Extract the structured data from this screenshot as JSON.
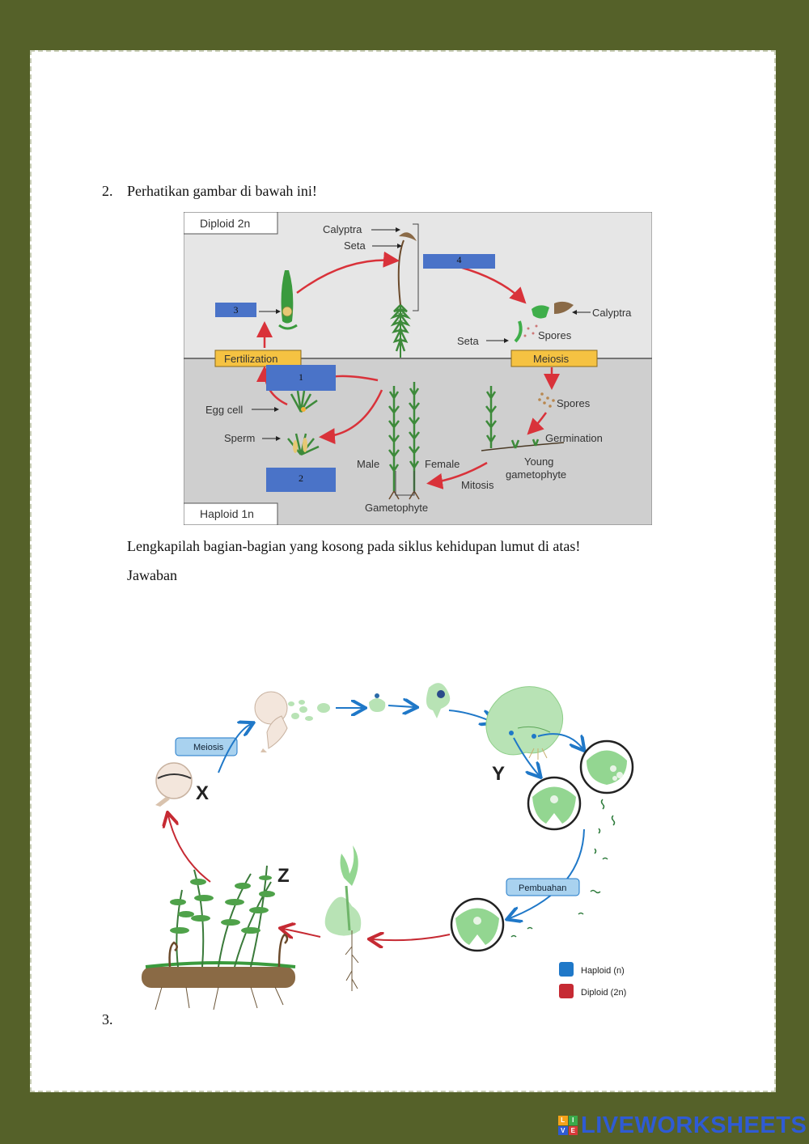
{
  "question2": {
    "number": "2.",
    "prompt": "Perhatikan gambar di bawah ini!",
    "instruction": "Lengkapilah bagian-bagian yang kosong pada siklus kehidupan lumut di atas!",
    "answer_label": "Jawaban"
  },
  "moss_diagram": {
    "diploid_label": "Diploid 2n",
    "haploid_label": "Haploid 1n",
    "calyptra_top": "Calyptra",
    "seta_top": "Seta",
    "calyptra_right": "Calyptra",
    "spores_top": "Spores",
    "seta_right": "Seta",
    "meiosis": "Meiosis",
    "fertilization": "Fertilization",
    "egg_cell": "Egg cell",
    "sperm": "Sperm",
    "male": "Male",
    "female": "Female",
    "gametophyte": "Gametophyte",
    "spores_bottom": "Spores",
    "germination": "Germination",
    "young_gametophyte_1": "Young",
    "young_gametophyte_2": "gametophyte",
    "mitosis": "Mitosis",
    "answer_boxes": [
      "1",
      "2",
      "3",
      "4"
    ],
    "colors": {
      "top_panel": "#e6e6e6",
      "bottom_panel": "#cfcfcf",
      "label_box": "#f5c242",
      "arrow": "#d9323a",
      "answer_box": "#4a73c8"
    }
  },
  "question3": {
    "number": "3."
  },
  "fern_diagram": {
    "meiosis": "Meiosis",
    "pembuahan": "Pembuahan",
    "label_x": "X",
    "label_y": "Y",
    "label_z": "Z",
    "legend_haploid": "Haploid (n)",
    "legend_diploid": "Diploid (2n)",
    "colors": {
      "haploid": "#1f78c8",
      "diploid": "#c62a33",
      "bubble": "#a9d2ef"
    }
  },
  "branding": {
    "logo_text": "LIVEWORKSHEETS",
    "logo_letters": [
      "L",
      "I",
      "V",
      "E"
    ]
  }
}
